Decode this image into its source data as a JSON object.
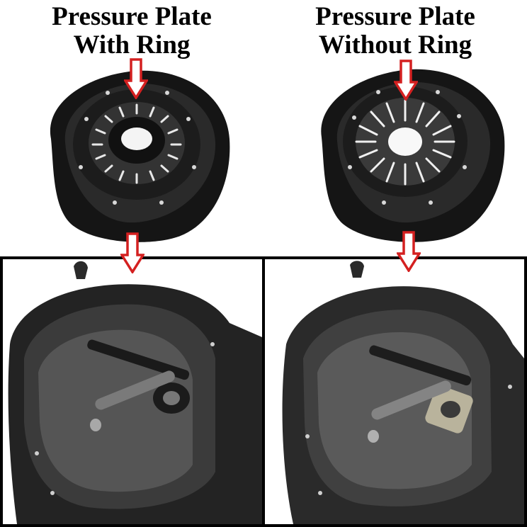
{
  "left_panel": {
    "title_line1": "Pressure Plate",
    "title_line2": "With Ring",
    "plate_icon": "pressure-plate-with-ring-icon",
    "arrow_icon": "red-down-arrow-icon",
    "photo_icon": "transaxle-bellhousing-icon"
  },
  "right_panel": {
    "title_line1": "Pressure Plate",
    "title_line2": "Without Ring",
    "plate_icon": "pressure-plate-without-ring-icon",
    "arrow_icon": "red-down-arrow-icon",
    "photo_icon": "transaxle-bellhousing-icon"
  },
  "colors": {
    "arrow_outline": "#d42020",
    "arrow_fill": "#ffffff",
    "plate_body": "#1a1a1a",
    "frame": "#000000"
  }
}
